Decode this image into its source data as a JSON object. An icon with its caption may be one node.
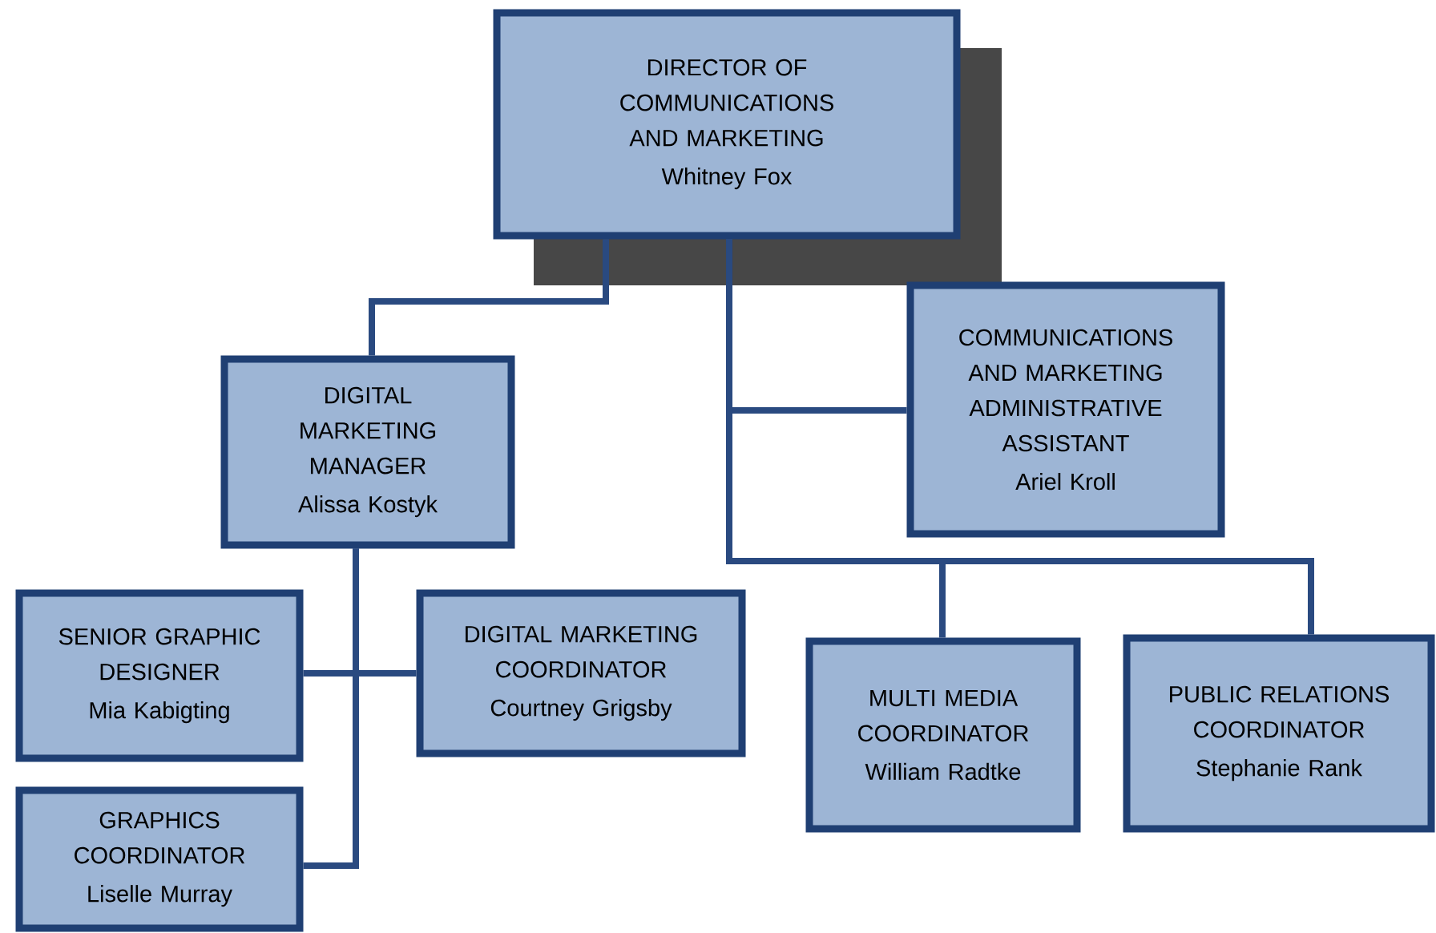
{
  "diagram": {
    "nodes": [
      {
        "text": [
          "DIRECTOR OF COMMUNICATIONS AND MARKETING",
          "Whitney Fox"
        ]
      },
      {
        "text": [
          "DIGITAL MARKETING MANAGER",
          "Alissa Kostyk"
        ]
      },
      {
        "text": [
          "COMMUNICATIONS AND MARKETING ADMINISTRATIVE ASSISTANT",
          "Ariel Kroll"
        ]
      },
      {
        "text": [
          "SENIOR GRAPHIC DESIGNER",
          "Mia Kabigting"
        ]
      },
      {
        "text": [
          "DIGITAL MARKETING COORDINATOR",
          "Courtney Grigsby"
        ]
      },
      {
        "text": [
          "GRAPHICS COORDINATOR",
          "Liselle Murray"
        ]
      },
      {
        "text": [
          "MULTI MEDIA COORDINATOR",
          "William Radtke"
        ]
      },
      {
        "text": [
          "PUBLIC RELATIONS COORDINATOR",
          "Stephanie Rank"
        ]
      }
    ],
    "edges": [
      {
        "from": 0,
        "to": 1,
        "arrow": "none"
      },
      {
        "from": 0,
        "to": 2,
        "arrow": "none"
      },
      {
        "from": 0,
        "to": 6,
        "arrow": "none"
      },
      {
        "from": 0,
        "to": 7,
        "arrow": "none"
      },
      {
        "from": 1,
        "to": 3,
        "arrow": "none"
      },
      {
        "from": 1,
        "to": 4,
        "arrow": "none"
      },
      {
        "from": 1,
        "to": 5,
        "arrow": "none"
      }
    ]
  }
}
